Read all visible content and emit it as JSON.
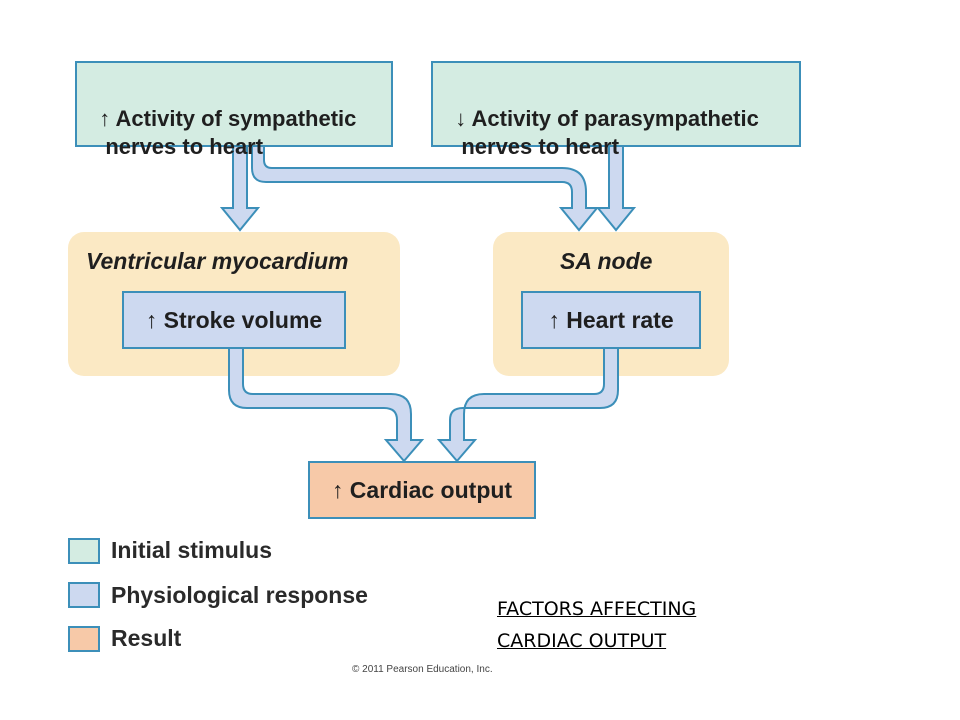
{
  "stimulus_boxes": {
    "sympathetic": "↑ Activity of sympathetic\n   nerves to heart",
    "parasympathetic": "↓ Activity of parasympathetic\n   nerves to heart"
  },
  "regions": {
    "ventricular": "Ventricular myocardium",
    "sa_node": "SA node"
  },
  "response_boxes": {
    "stroke_volume": "↑ Stroke volume",
    "heart_rate": "↑ Heart rate"
  },
  "result_box": {
    "cardiac_output": "↑ Cardiac output"
  },
  "legend": {
    "items": [
      {
        "label": "Initial stimulus",
        "color": "#d4ece2"
      },
      {
        "label": "Physiological response",
        "color": "#cdd9f0"
      },
      {
        "label": "Result",
        "color": "#f7c9a8"
      }
    ]
  },
  "slide_title": {
    "line1": "FACTORS AFFECTING",
    "line2": "CARDIAC OUTPUT"
  },
  "copyright": "© 2011 Pearson Education, Inc.",
  "colors": {
    "border": "#3c8fb9",
    "arrow_fill": "#cdd9f0",
    "region_fill": "#fbe9c4"
  }
}
